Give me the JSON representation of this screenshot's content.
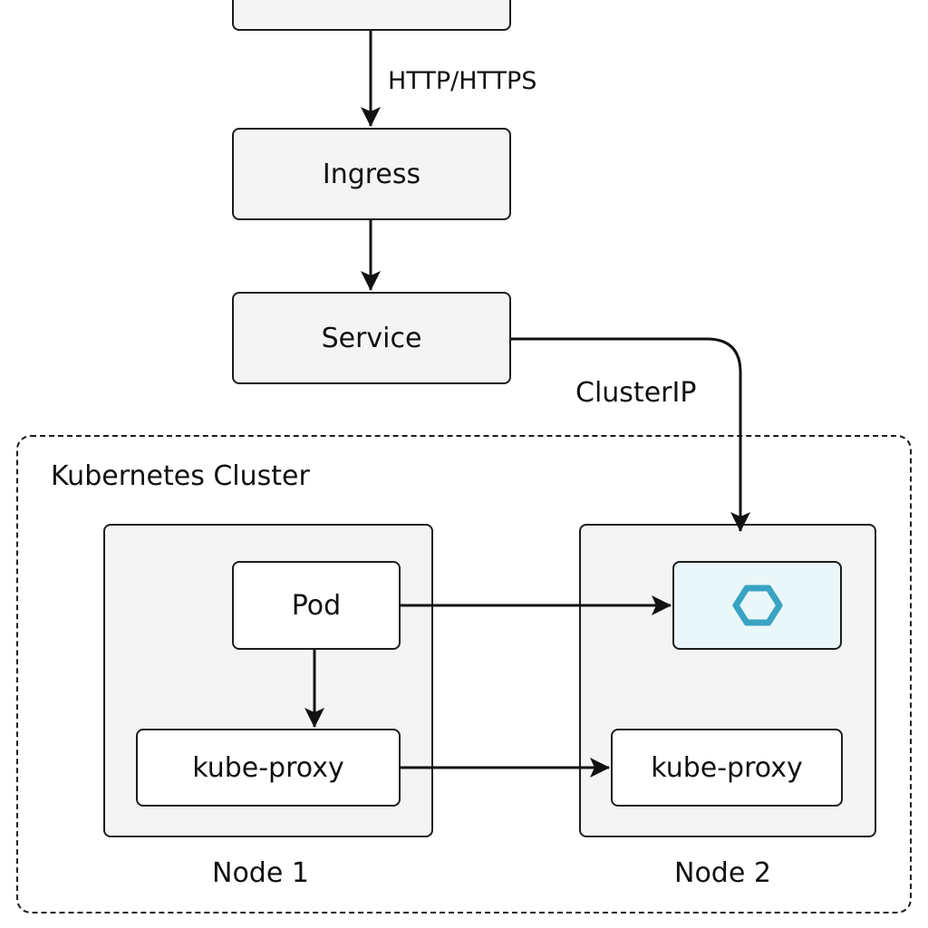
{
  "edges": {
    "top_to_ingress": "HTTP/HTTPS",
    "service_to_node2": "ClusterIP"
  },
  "ingress": {
    "label": "Ingress"
  },
  "service": {
    "label": "Service"
  },
  "cluster": {
    "title": "Kubernetes Cluster",
    "node1": {
      "name": "Node 1",
      "pod": "Pod",
      "proxy": "kube-proxy"
    },
    "node2": {
      "name": "Node 2",
      "proxy": "kube-proxy",
      "target_icon": "hexagon-icon",
      "target_color": "#eaf7f9",
      "icon_color": "#3aa3c4"
    }
  }
}
